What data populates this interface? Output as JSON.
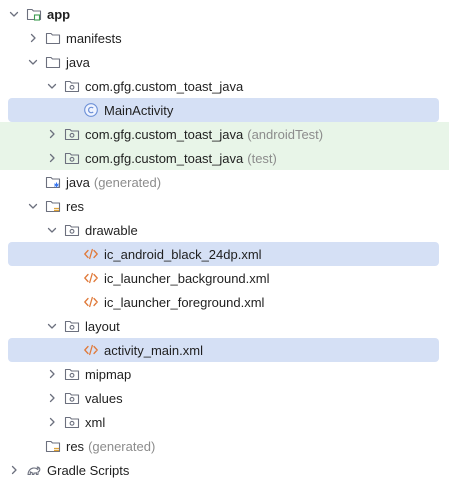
{
  "tree": [
    {
      "label": "app",
      "bold": true,
      "expanded": true,
      "icon": "module-folder-icon",
      "depth": 0
    },
    {
      "label": "manifests",
      "expanded": false,
      "icon": "folder-icon",
      "depth": 1
    },
    {
      "label": "java",
      "expanded": true,
      "icon": "folder-icon",
      "depth": 1
    },
    {
      "label": "com.gfg.custom_toast_java",
      "expanded": true,
      "icon": "package-icon",
      "depth": 2
    },
    {
      "label": "MainActivity",
      "icon": "class-icon",
      "depth": 3,
      "selected": true,
      "leaf": true
    },
    {
      "label": "com.gfg.custom_toast_java",
      "suffix": "(androidTest)",
      "expanded": false,
      "icon": "package-icon",
      "depth": 2,
      "highlight": "green"
    },
    {
      "label": "com.gfg.custom_toast_java",
      "suffix": "(test)",
      "expanded": false,
      "icon": "package-icon",
      "depth": 2,
      "highlight": "green"
    },
    {
      "label": "java",
      "suffix": "(generated)",
      "icon": "generated-folder-icon",
      "depth": 1,
      "leaf": true
    },
    {
      "label": "res",
      "expanded": true,
      "icon": "res-folder-icon",
      "depth": 1
    },
    {
      "label": "drawable",
      "expanded": true,
      "icon": "package-icon",
      "depth": 2
    },
    {
      "label": "ic_android_black_24dp.xml",
      "icon": "xml-file-icon",
      "depth": 3,
      "selected": true,
      "leaf": true
    },
    {
      "label": "ic_launcher_background.xml",
      "icon": "xml-file-icon",
      "depth": 3,
      "leaf": true
    },
    {
      "label": "ic_launcher_foreground.xml",
      "icon": "xml-file-icon",
      "depth": 3,
      "leaf": true
    },
    {
      "label": "layout",
      "expanded": true,
      "icon": "package-icon",
      "depth": 2
    },
    {
      "label": "activity_main.xml",
      "icon": "xml-file-icon",
      "depth": 3,
      "selected": true,
      "leaf": true
    },
    {
      "label": "mipmap",
      "expanded": false,
      "icon": "package-icon",
      "depth": 2
    },
    {
      "label": "values",
      "expanded": false,
      "icon": "package-icon",
      "depth": 2
    },
    {
      "label": "xml",
      "expanded": false,
      "icon": "package-icon",
      "depth": 2
    },
    {
      "label": "res",
      "suffix": "(generated)",
      "icon": "res-folder-icon",
      "depth": 1,
      "leaf": true
    },
    {
      "label": "Gradle Scripts",
      "expanded": false,
      "icon": "gradle-icon",
      "depth": 0
    }
  ],
  "colors": {
    "selection": "#d5e0f5",
    "test_highlight": "#e8f5e8",
    "class_icon": "#6b8fd6",
    "xml_icon": "#e07a3a",
    "folder_stroke": "#6c707e",
    "suffix_text": "#8c8c8c"
  }
}
